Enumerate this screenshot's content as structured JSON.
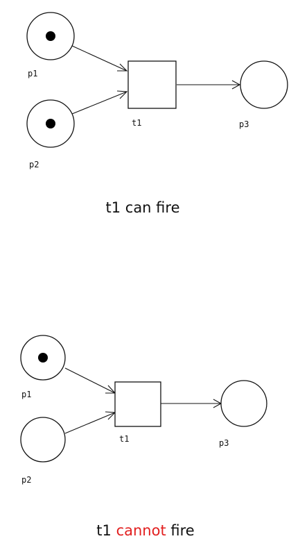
{
  "colors": {
    "ink": "#111111",
    "highlight": "#e21f1f",
    "background": "#ffffff"
  },
  "diagram_top": {
    "places": {
      "p1": "p1",
      "p2": "p2",
      "p3": "p3"
    },
    "transition": "t1",
    "tokens": {
      "p1": 1,
      "p2": 1,
      "p3": 0
    },
    "caption": "t1 can fire"
  },
  "diagram_bottom": {
    "places": {
      "p1": "p1",
      "p2": "p2",
      "p3": "p3"
    },
    "transition": "t1",
    "tokens": {
      "p1": 1,
      "p2": 0,
      "p3": 0
    },
    "caption_before": "t1 ",
    "caption_highlight": "cannot",
    "caption_after": " fire"
  }
}
